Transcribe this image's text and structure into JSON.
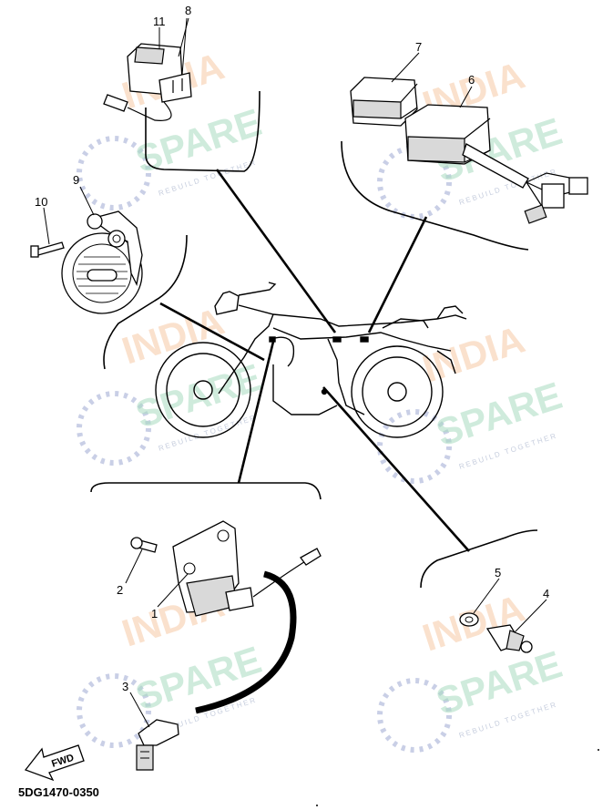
{
  "diagram": {
    "code": "5DG1470-0350",
    "fwd_label": "FWD",
    "callouts": [
      {
        "id": "c1",
        "text": "1"
      },
      {
        "id": "c2",
        "text": "2"
      },
      {
        "id": "c3",
        "text": "3"
      },
      {
        "id": "c4",
        "text": "4"
      },
      {
        "id": "c5",
        "text": "5"
      },
      {
        "id": "c6",
        "text": "6"
      },
      {
        "id": "c7",
        "text": "7"
      },
      {
        "id": "c8",
        "text": "8"
      },
      {
        "id": "c9",
        "text": "9"
      },
      {
        "id": "c10",
        "text": "10"
      },
      {
        "id": "c11",
        "text": "11"
      }
    ]
  },
  "watermark": {
    "word1": "INDIA",
    "word2": "SPARE",
    "tagline": "REBUILD TOGETHER",
    "colors": {
      "india": "#f6c9a6",
      "spare": "#a9dcc0",
      "logo": "#c9cfe6"
    }
  }
}
